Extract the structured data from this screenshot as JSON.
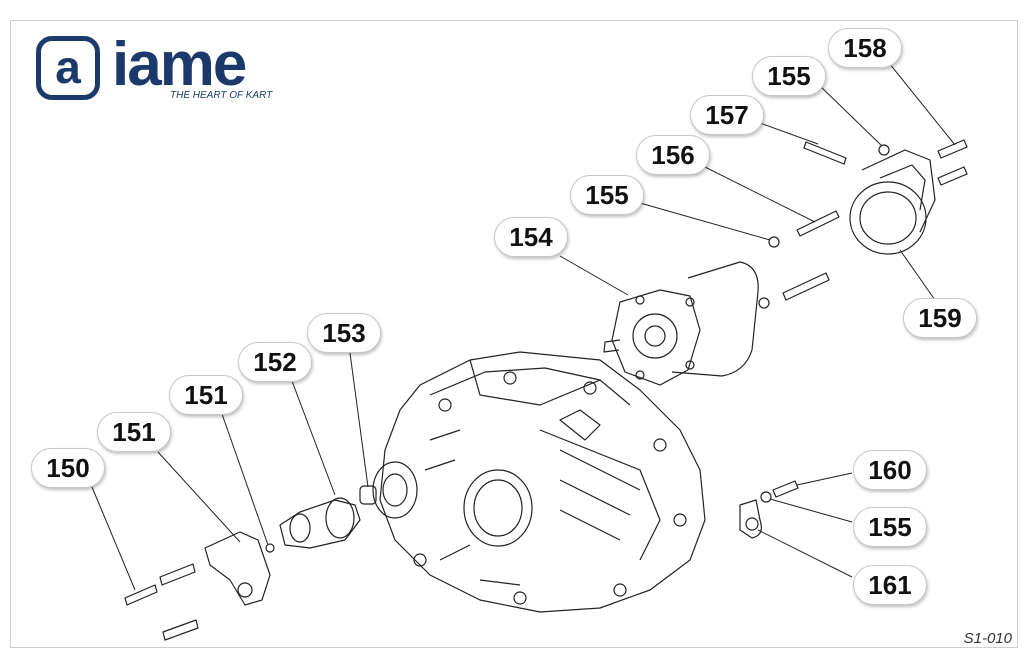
{
  "logo": {
    "mark": "a",
    "word": "iame",
    "tagline": "THE HEART OF KART",
    "color": "#1b3a6b"
  },
  "callouts": [
    {
      "id": "c150",
      "label": "150"
    },
    {
      "id": "c151a",
      "label": "151"
    },
    {
      "id": "c151b",
      "label": "151"
    },
    {
      "id": "c152",
      "label": "152"
    },
    {
      "id": "c153",
      "label": "153"
    },
    {
      "id": "c154",
      "label": "154"
    },
    {
      "id": "c155a",
      "label": "155"
    },
    {
      "id": "c156",
      "label": "156"
    },
    {
      "id": "c157",
      "label": "157"
    },
    {
      "id": "c155b",
      "label": "155"
    },
    {
      "id": "c158",
      "label": "158"
    },
    {
      "id": "c159",
      "label": "159"
    },
    {
      "id": "c160",
      "label": "160"
    },
    {
      "id": "c155c",
      "label": "155"
    },
    {
      "id": "c161",
      "label": "161"
    }
  ],
  "drawing_code": "S1-010",
  "colors": {
    "line": "#222222",
    "frame": "#cfcfcf"
  }
}
